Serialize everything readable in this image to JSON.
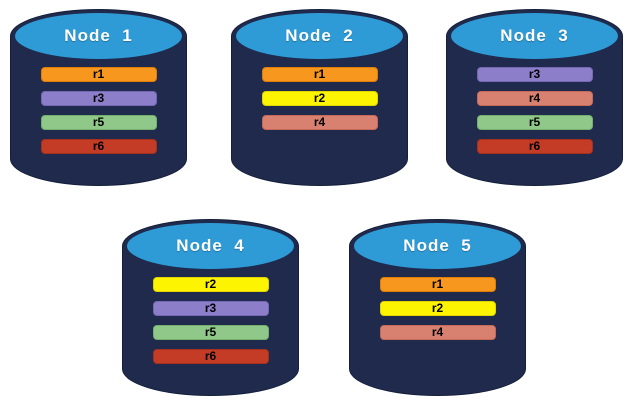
{
  "colors": {
    "canvas_background": "#FFFFFF",
    "cylinder_body": "#1F2A4C",
    "cylinder_cap": "#2E9BD6",
    "node_label_text": "#FFFFFF",
    "record_label_text": "#000000"
  },
  "record_colors": {
    "r1": {
      "fill": "#F8971D",
      "border": "#DF7E07"
    },
    "r2": {
      "fill": "#FCF400",
      "border": "#E0D600"
    },
    "r3": {
      "fill": "#8C7EC8",
      "border": "#7667B4"
    },
    "r4": {
      "fill": "#D98170",
      "border": "#C66A58"
    },
    "r5": {
      "fill": "#8FC888",
      "border": "#74AF6E"
    },
    "r6": {
      "fill": "#C43C26",
      "border": "#A5301D"
    }
  },
  "nodes": [
    {
      "label": "Node  1",
      "records": [
        "r1",
        "r3",
        "r5",
        "r6"
      ]
    },
    {
      "label": "Node  2",
      "records": [
        "r1",
        "r2",
        "r4"
      ]
    },
    {
      "label": "Node  3",
      "records": [
        "r3",
        "r4",
        "r5",
        "r6"
      ]
    },
    {
      "label": "Node  4",
      "records": [
        "r2",
        "r3",
        "r5",
        "r6"
      ]
    },
    {
      "label": "Node  5",
      "records": [
        "r1",
        "r2",
        "r4"
      ]
    }
  ]
}
